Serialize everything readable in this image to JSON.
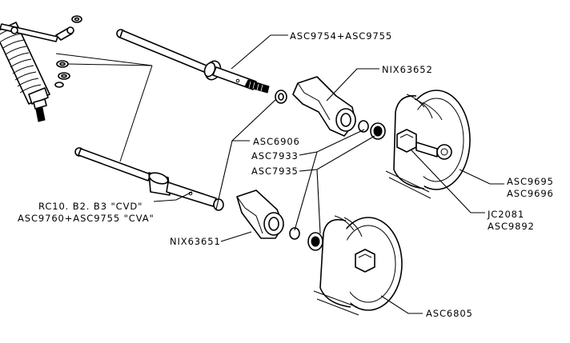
{
  "labels": {
    "driveshaft_upper": "ASC9754+ASC9755",
    "hub_carrier_upper": "NIX63652",
    "bearing_small": "ASC6906",
    "bearing_a": "ASC7933",
    "bearing_b": "ASC7935",
    "cvd_line1": "RC10. B2. B3 \"CVD\"",
    "cvd_line2": "ASC9760+ASC9755 \"CVA\"",
    "hub_carrier_lower": "NIX63651",
    "wheel_line1": "ASC9695",
    "wheel_line2": "ASC9696",
    "hex_line1": "JC2081",
    "hex_line2": "ASC9892",
    "wheel_lower": "ASC6805"
  }
}
